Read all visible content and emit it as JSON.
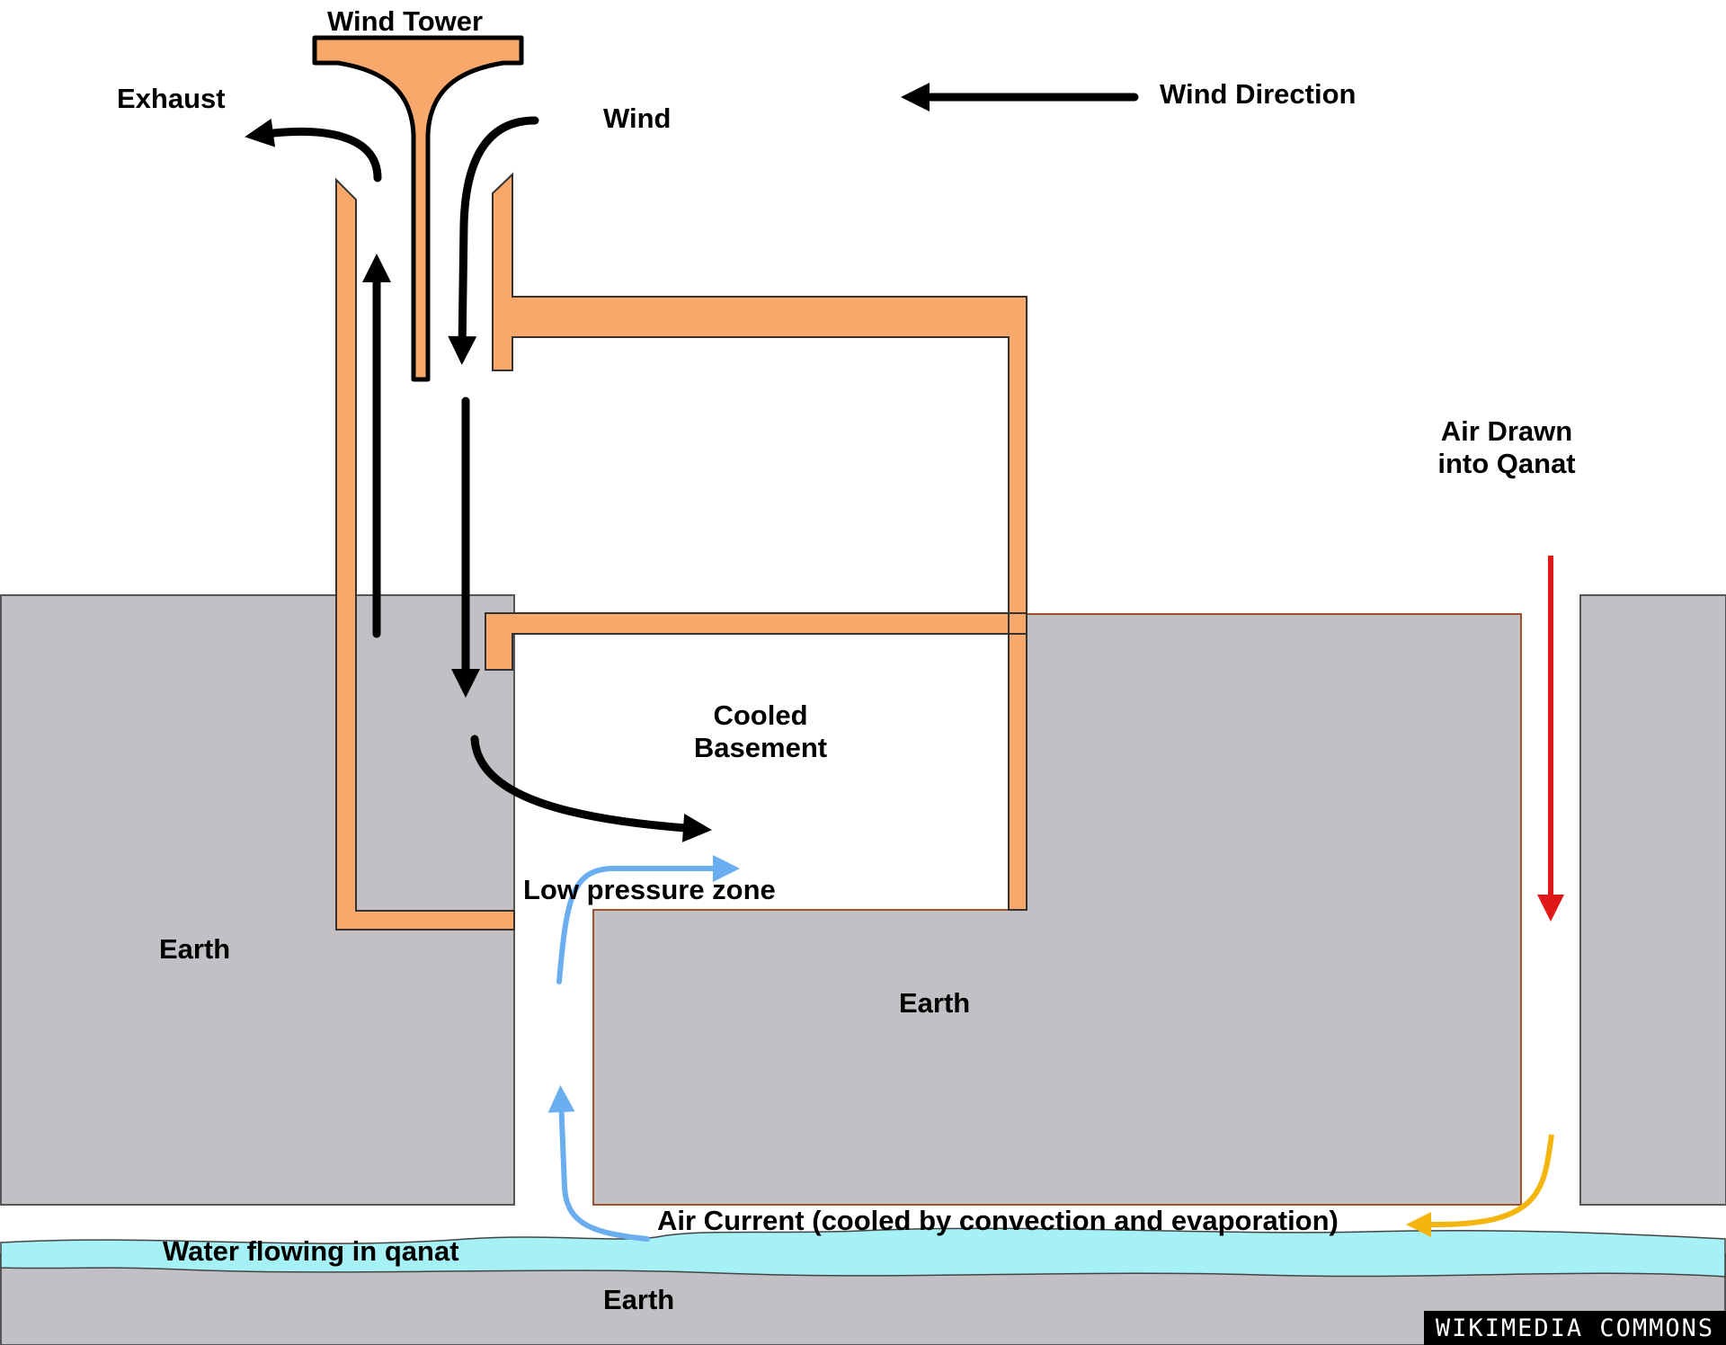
{
  "labels": {
    "wind_tower": "Wind Tower",
    "exhaust": "Exhaust",
    "wind": "Wind",
    "wind_direction": "Wind Direction",
    "air_drawn_line1": "Air Drawn",
    "air_drawn_line2": "into Qanat",
    "cooled_line1": "Cooled",
    "cooled_line2": "Basement",
    "low_pressure_zone": "Low pressure zone",
    "earth_left": "Earth",
    "earth_center": "Earth",
    "earth_bottom": "Earth",
    "air_current": "Air Current (cooled by convection and evaporation)",
    "water": "Water flowing in qanat"
  },
  "watermark": "WIKIMEDIA COMMONS",
  "colors": {
    "earth": "#c3c0c5",
    "tower": "#f9a86b",
    "water": "#a5f1f5",
    "cool_air": "#6aaef0",
    "drawn_air": "#e01818",
    "air_current": "#f5b50f",
    "flow_arrow": "#000000"
  }
}
